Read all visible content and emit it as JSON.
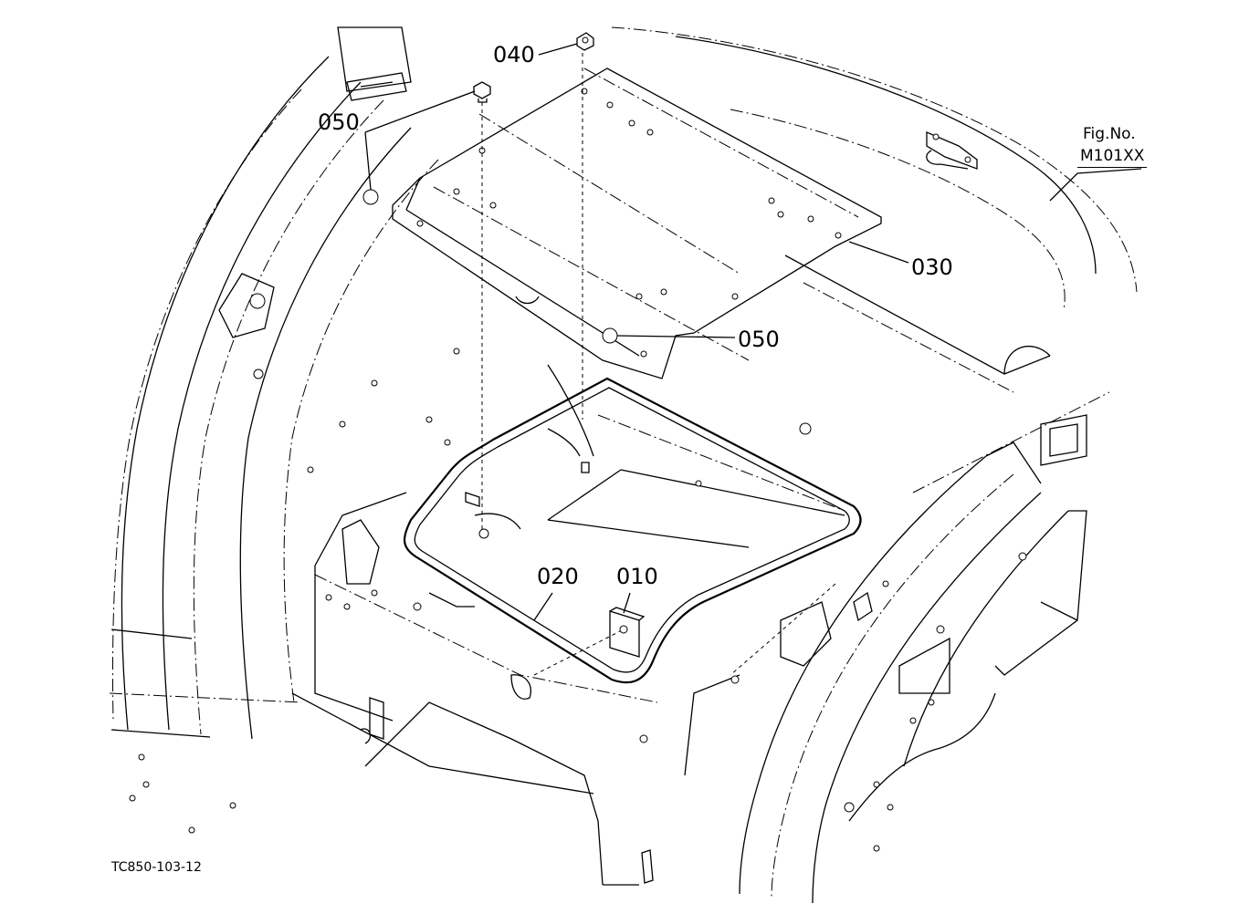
{
  "figure": {
    "fig_no_label": "Fig.No.",
    "fig_no_value": "M101XX",
    "drawing_code": "TC850-103-12"
  },
  "callouts": {
    "c040": "040",
    "c050_top": "050",
    "c050_mid": "050",
    "c030": "030",
    "c020": "020",
    "c010": "010"
  }
}
